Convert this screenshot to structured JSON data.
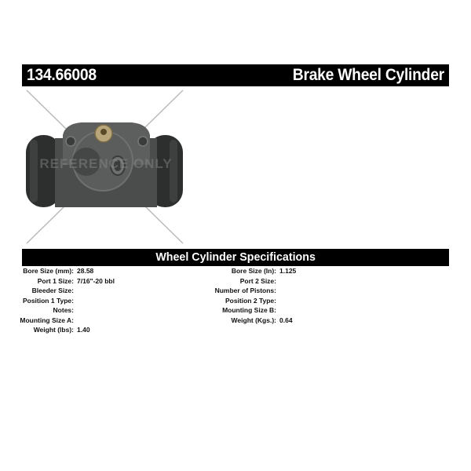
{
  "header": {
    "part_number": "134.66008",
    "part_type": "Brake Wheel Cylinder"
  },
  "image": {
    "alt": "Brake wheel cylinder product photo",
    "watermark": "REFERENCE ONLY",
    "colors": {
      "body": "#4a4d4c",
      "body_light": "#6e716f",
      "boots": "#2c2f2e",
      "fitting": "#b8a57a",
      "crosshair": "#bbbbbb"
    }
  },
  "specs": {
    "title": "Wheel Cylinder Specifications",
    "left": [
      {
        "label": "Bore Size (mm):",
        "value": "28.58"
      },
      {
        "label": "Port 1 Size:",
        "value": "7/16\"-20 bbl"
      },
      {
        "label": "Bleeder Size:",
        "value": ""
      },
      {
        "label": "Position 1 Type:",
        "value": ""
      },
      {
        "label": "Notes:",
        "value": ""
      },
      {
        "label": "Mounting Size A:",
        "value": ""
      },
      {
        "label": "Weight (lbs):",
        "value": "1.40"
      }
    ],
    "right": [
      {
        "label": "Bore Size (In):",
        "value": "1.125"
      },
      {
        "label": "Port 2 Size:",
        "value": ""
      },
      {
        "label": "Number of Pistons:",
        "value": ""
      },
      {
        "label": "Position 2 Type:",
        "value": ""
      },
      {
        "label": "Mounting Size B:",
        "value": ""
      },
      {
        "label": "Weight (Kgs.):",
        "value": "0.64"
      }
    ]
  }
}
